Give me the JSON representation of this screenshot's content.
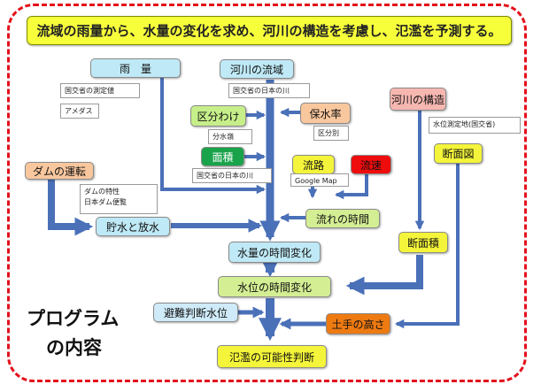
{
  "title": "流域の雨量から、水量の変化を求め、河川の構造を考慮し、氾濫を予測する。",
  "program_label_1": "プログラム",
  "program_label_2": "の内容",
  "colors": {
    "frame": "#e3101a",
    "title_bg": "#f7ff3a",
    "blue_box": "#bfe9f6",
    "green_box": "#c6ef8a",
    "dark_green_box": "#19a34a",
    "orange_box": "#f8c79e",
    "pink_box": "#f7b7b1",
    "yellow_box": "#f4f53a",
    "light_green_box": "#d4ee94",
    "red_box": "#ee0c0c",
    "dark_orange_box": "#ee7a12",
    "light_blue_box": "#cfeaf8",
    "arrow": "#4a70b8"
  },
  "boxes": {
    "rain": "雨　量",
    "river_basin": "河川の流域",
    "river_structure": "河川の構造",
    "zoning": "区分わけ",
    "water_retention": "保水率",
    "area": "面積",
    "channel": "流路",
    "velocity": "流速",
    "cross_section_figure": "断面図",
    "dam_operation": "ダムの運転",
    "storage_discharge": "貯水と放水",
    "flow_time": "流れの時間",
    "water_volume_change": "水量の時間変化",
    "cross_section_area": "断面積",
    "water_level_change": "水位の時間変化",
    "evacuation_level": "避難判断水位",
    "levee_height": "土手の高さ",
    "flood_judgment": "氾濫の可能性判断"
  },
  "notes": {
    "mlit_measured": "国交省の測定値",
    "amedas": "アメダス",
    "mlit_japan_river_1": "国交省の日本の川",
    "mlit_stage_station": "水位測定地(国交省)",
    "watershed": "分水嶺",
    "zone_classification": "区分別",
    "mlit_japan_river_2": "国交省の日本の川",
    "google_map": "Google Map",
    "dam_characteristics": "ダムの特性",
    "japan_dam_handbook": "日本ダム便覧"
  }
}
